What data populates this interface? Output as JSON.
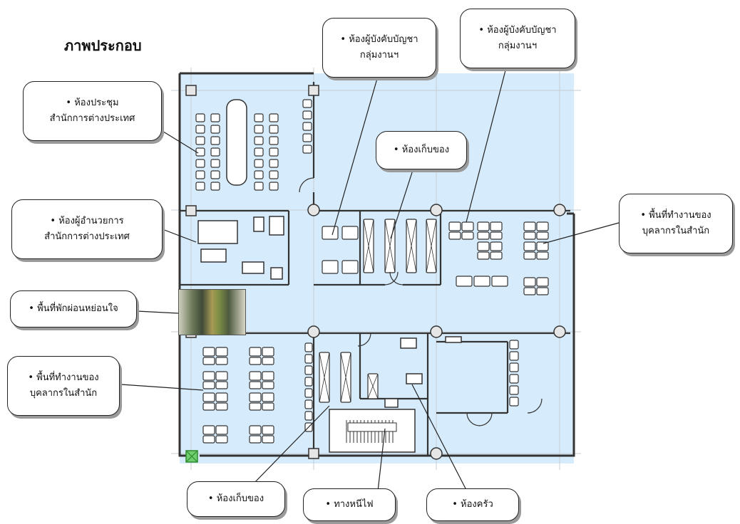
{
  "title": "ภาพประกอบ",
  "icons": {
    "photo": "lounge-photo-icon"
  },
  "colors": {
    "floor": "#d6ebfb",
    "wall": "#333333",
    "callout_border": "#222222",
    "exit_marker": "#6fcf6f"
  },
  "callouts": {
    "meeting_room": {
      "line1": "• ห้องประชุม",
      "line2": "สำนักการต่างประเทศ"
    },
    "director_room": {
      "line1": "• ห้องผู้อำนวยการ",
      "line2": "สำนักการต่างประเทศ"
    },
    "lounge": {
      "line1": "• พื้นที่พักผ่อนหย่อนใจ"
    },
    "workspace_left": {
      "line1": "• พื้นที่ทำงานของ",
      "line2": "บุคลากรในสำนัก"
    },
    "supervisor_room_1": {
      "line1": "• ห้องผู้บังคับบัญชา",
      "line2": "กลุ่มงานฯ"
    },
    "supervisor_room_2": {
      "line1": "• ห้องผู้บังคับบัญชา",
      "line2": "กลุ่มงานฯ"
    },
    "storage_top": {
      "line1": "• ห้องเก็บของ"
    },
    "workspace_right": {
      "line1": "• พื้นที่ทำงานของ",
      "line2": "บุคลากรในสำนัก"
    },
    "storage_bottom": {
      "line1": "• ห้องเก็บของ"
    },
    "fire_exit": {
      "line1": "• ทางหนีไฟ"
    },
    "kitchen": {
      "line1": "• ห้องครัว"
    }
  }
}
